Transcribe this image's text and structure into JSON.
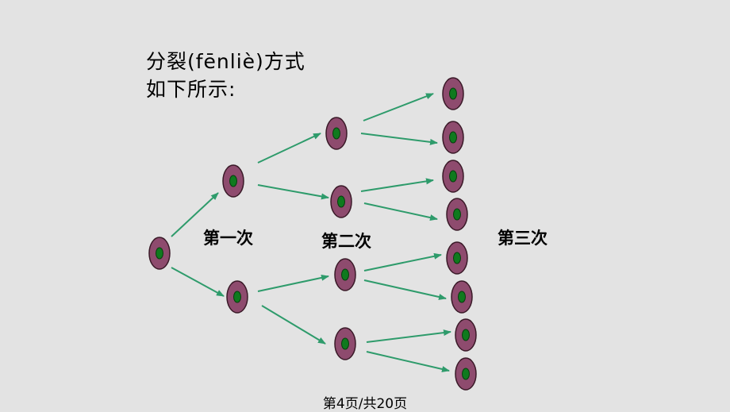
{
  "title": {
    "line1": "分裂(fēnliè)方式",
    "line2": "如下所示:"
  },
  "generation_labels": [
    "第一次",
    "第二次",
    "第三次"
  ],
  "footer": "第4页/共20页",
  "colors": {
    "background": "#e3e3e3",
    "cell_fill": "#8e4b6e",
    "cell_stroke": "#3a1a28",
    "nucleus_fill": "#0f7a1e",
    "arrow": "#2e9b6b"
  }
}
